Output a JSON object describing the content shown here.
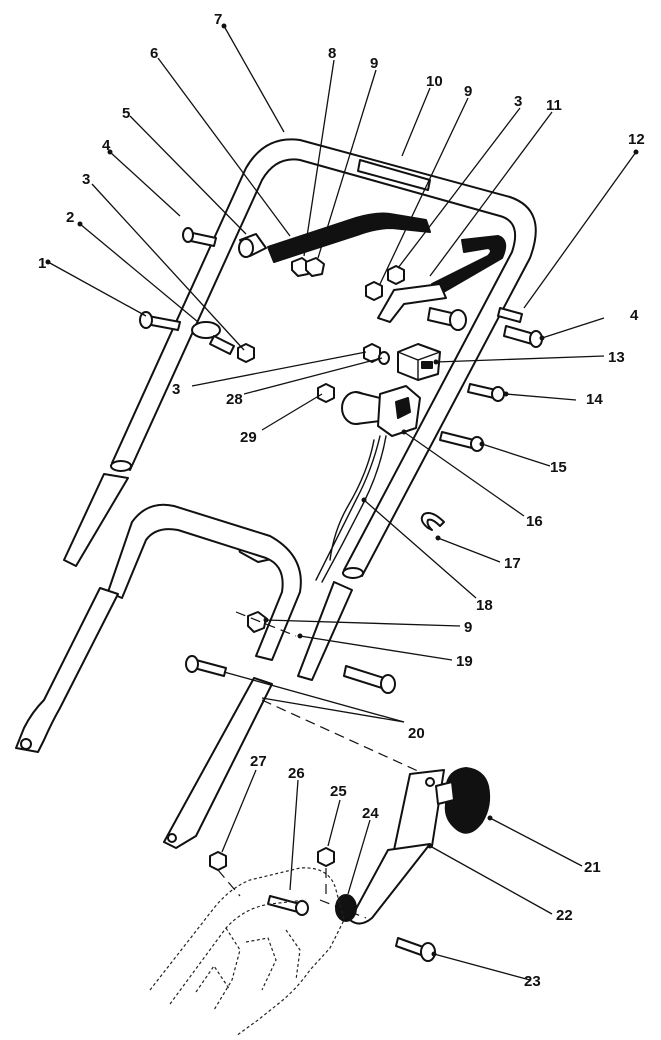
{
  "callouts": [
    "1",
    "2",
    "3",
    "4",
    "5",
    "6",
    "7",
    "8",
    "9",
    "10",
    "9",
    "3",
    "11",
    "12",
    "4",
    "13",
    "3",
    "28",
    "29",
    "14",
    "15",
    "16",
    "17",
    "18",
    "9",
    "19",
    "20",
    "27",
    "26",
    "25",
    "24",
    "21",
    "22",
    "23"
  ],
  "colors": {
    "ink": "#111111",
    "paper": "#ffffff"
  }
}
